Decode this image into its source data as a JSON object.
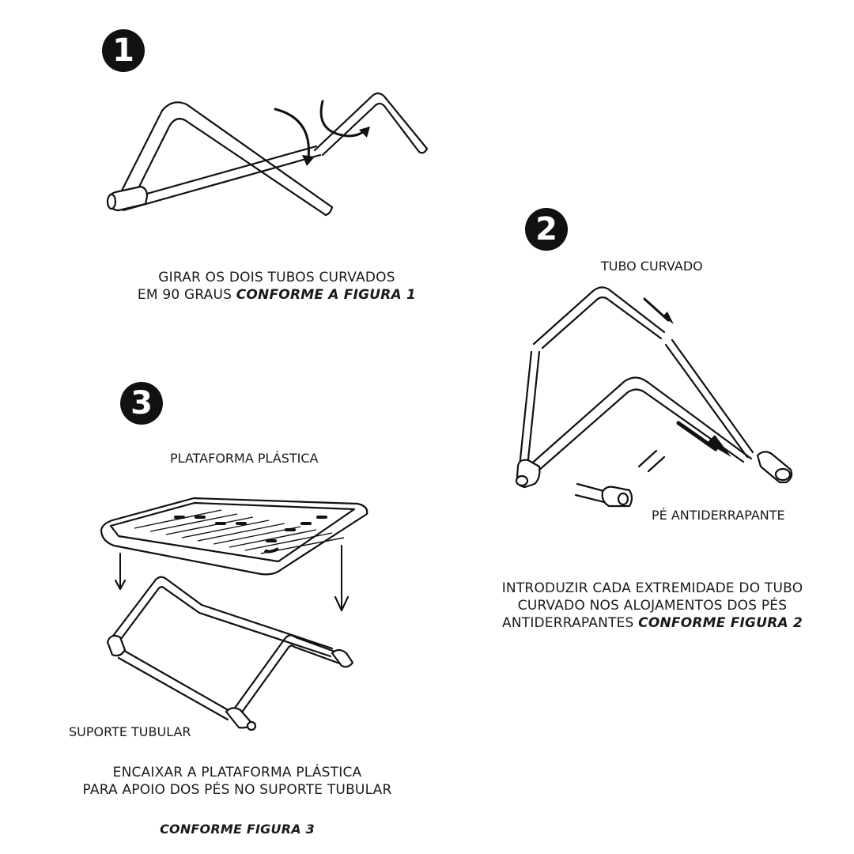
{
  "steps": [
    {
      "number": "1",
      "badge_icon": "circled-number-1-icon",
      "caption_line1": "GIRAR OS DOIS TUBOS CURVADOS",
      "caption_line2_plain": "EM 90 GRAUS ",
      "caption_line2_emphasis": "CONFORME A FIGURA 1",
      "figure": "rotate-curved-tubes-illustration"
    },
    {
      "number": "2",
      "badge_icon": "circled-number-2-icon",
      "labels": {
        "top": "TUBO CURVADO",
        "bottom": "PÉ ANTIDERRAPANTE"
      },
      "caption_line1": "INTRODUZIR CADA EXTREMIDADE DO TUBO",
      "caption_line2": "CURVADO NOS ALOJAMENTOS DOS PÉS",
      "caption_line3_plain": "ANTIDERRAPANTES ",
      "caption_line3_emphasis": "CONFORME FIGURA 2",
      "figure": "insert-tube-into-feet-illustration"
    },
    {
      "number": "3",
      "badge_icon": "circled-number-3-icon",
      "labels": {
        "top": "PLATAFORMA PLÁSTICA",
        "bottom": "SUPORTE TUBULAR"
      },
      "caption_line1": "ENCAIXAR A PLATAFORMA PLÁSTICA",
      "caption_line2": "PARA APOIO DOS PÉS NO SUPORTE TUBULAR",
      "caption_emphasis": "CONFORME FIGURA 3",
      "figure": "fit-platform-onto-support-illustration"
    }
  ]
}
